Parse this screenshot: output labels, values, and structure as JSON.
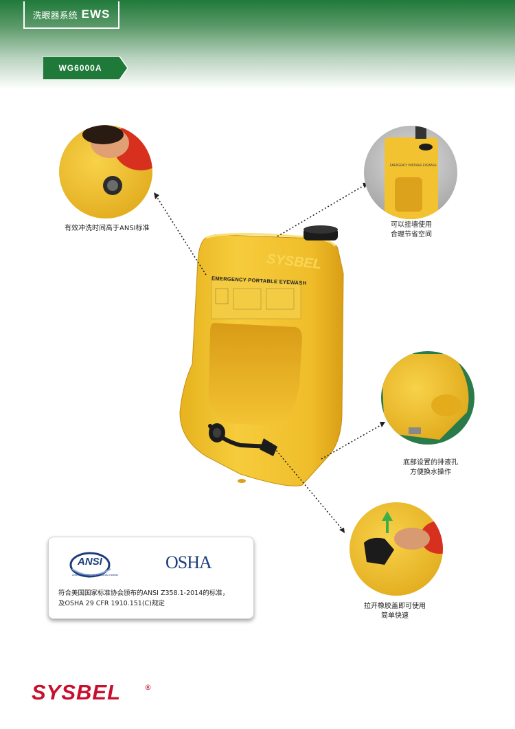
{
  "header": {
    "title_cn": "洗眼器系统",
    "title_en": "EWS",
    "model": "WG6000A"
  },
  "product": {
    "label": "EMERGENCY PORTABLE EYEWASH",
    "brand_on_tank": "SYSBEL"
  },
  "features": [
    {
      "lines": [
        "有效冲洗时间高于ANSI标准"
      ]
    },
    {
      "lines": [
        "可以挂墙使用",
        "合理节省空间"
      ]
    },
    {
      "lines": [
        "底部设置的排液孔",
        "方便换水操作"
      ]
    },
    {
      "lines": [
        "拉开橡胶盖即可使用",
        "简单快速"
      ]
    }
  ],
  "certification": {
    "ansi_logo": "ANSI",
    "ansi_subtitle": "American National Standards Institute",
    "osha_logo": "OSHA",
    "text_line1": "符合美国国家标准协会颁布的ANSI Z358.1-2014的标准，",
    "text_line2": "及OSHA 29 CFR 1910.151(C)规定"
  },
  "footer": {
    "brand": "SYSBEL",
    "reg": "®"
  },
  "colors": {
    "green": "#1f7a3a",
    "yellow": "#f2c230",
    "red": "#c8102e"
  }
}
